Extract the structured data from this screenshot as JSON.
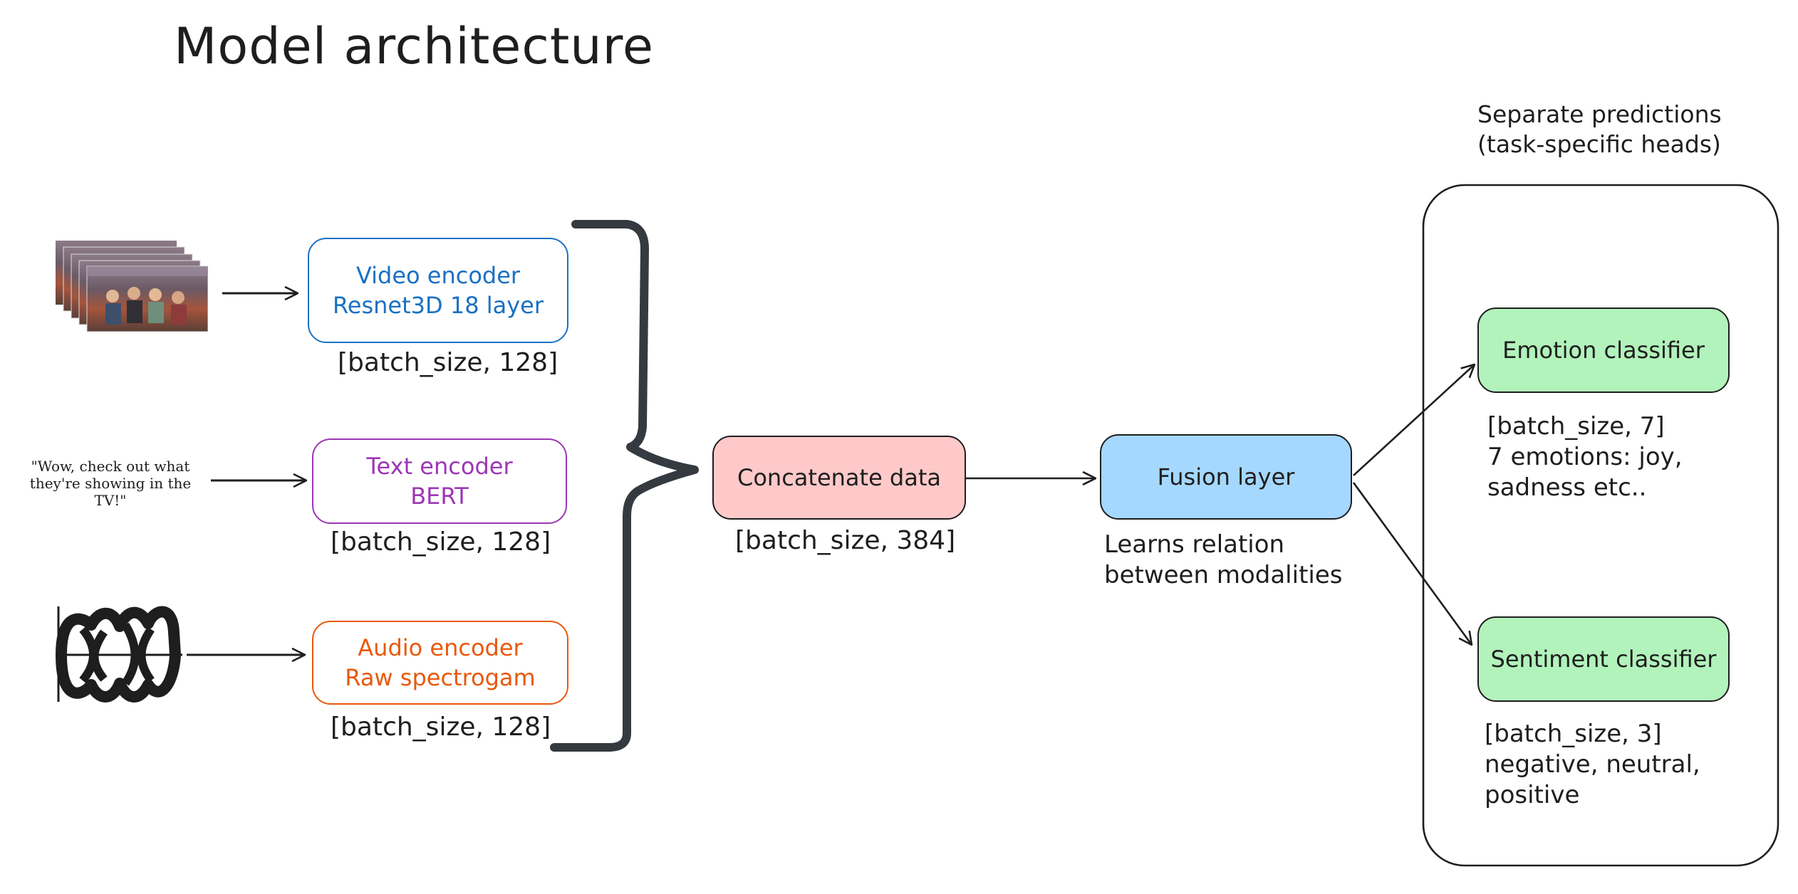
{
  "title": "Model architecture",
  "inputs": {
    "video": {
      "icon": "video-frames-icon"
    },
    "text": {
      "quote_line1": "\"Wow, check out what",
      "quote_line2": "they're showing in the TV!\""
    },
    "audio": {
      "icon": "audio-waveform-icon"
    }
  },
  "encoders": {
    "video": {
      "line1": "Video encoder",
      "line2": "Resnet3D 18 layer",
      "shape": "[batch_size, 128]",
      "color": "#1971c2"
    },
    "text": {
      "line1": "Text encoder",
      "line2": "BERT",
      "shape": "[batch_size, 128]",
      "color": "#9c36b5"
    },
    "audio": {
      "line1": "Audio encoder",
      "line2": "Raw spectrogam",
      "shape": "[batch_size, 128]",
      "color": "#e8590c"
    }
  },
  "concat": {
    "label": "Concatenate data",
    "shape": "[batch_size, 384]",
    "fill": "#ffc9c9"
  },
  "fusion": {
    "label": "Fusion layer",
    "note_line1": "Learns relation",
    "note_line2": "between modalities",
    "fill": "#a5d8ff"
  },
  "heads": {
    "title_line1": "Separate predictions",
    "title_line2": "(task-specific heads)",
    "emotion": {
      "label": "Emotion classifier",
      "line1": "[batch_size, 7]",
      "line2": "7 emotions: joy,",
      "line3": "sadness etc..",
      "fill": "#b2f2bb"
    },
    "sentiment": {
      "label": "Sentiment classifier",
      "line1": "[batch_size, 3]",
      "line2": "negative, neutral,",
      "line3": "positive",
      "fill": "#b2f2bb"
    }
  }
}
